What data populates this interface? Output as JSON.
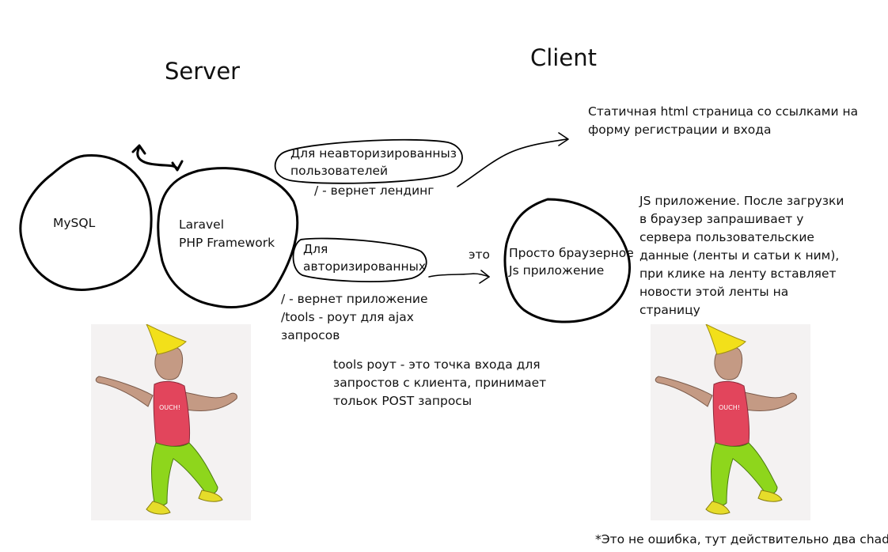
{
  "headings": {
    "server": "Server",
    "client": "Client"
  },
  "nodes": {
    "mysql": "MySQL",
    "laravel_1": "Laravel",
    "laravel_2": "PHP Framework",
    "js_app_1": "Просто браузерное",
    "js_app_2": "Js приложение"
  },
  "bubbles": {
    "unauth_1": "Для неавторизированныз",
    "unauth_2": "пользователей",
    "auth_1": "Для",
    "auth_2": "авторизированных"
  },
  "labels": {
    "landing": "/ - вернет лендинг",
    "app_1": "/ - вернет приложение",
    "app_2": "/tools - роут для ajax",
    "app_3": "запросов",
    "eto": "это",
    "tools_1": "tools роут - это точка входа для",
    "tools_2": "запростов с клиента, принимает",
    "tools_3": "тольок POST запросы"
  },
  "notes": {
    "static_1": "Статичная html страница со ссылками на",
    "static_2": "форму регистрации и входа",
    "js_1": "JS приложение. После загрузки",
    "js_2": "в браузер запрашивает у",
    "js_3": "сервера пользовательские",
    "js_4": "данные (ленты и сатьи к ним),",
    "js_5": "при клике на ленту вставляет",
    "js_6": "новости этой ленты на",
    "js_7": "страницу"
  },
  "chad_shirt_text": "OUCH!",
  "footnote": "*Это не ошибка, тут действительно два chad",
  "colors": {
    "ink": "#000000",
    "hat": "#f2e01a",
    "skin": "#c49a84",
    "shirt": "#e2455c",
    "pants": "#8ed61c",
    "shoes": "#e6dc2a",
    "background": "#ffffff"
  },
  "icons": [
    "bidirectional-arrow-icon",
    "arrow-icon",
    "chad-meme-image"
  ]
}
